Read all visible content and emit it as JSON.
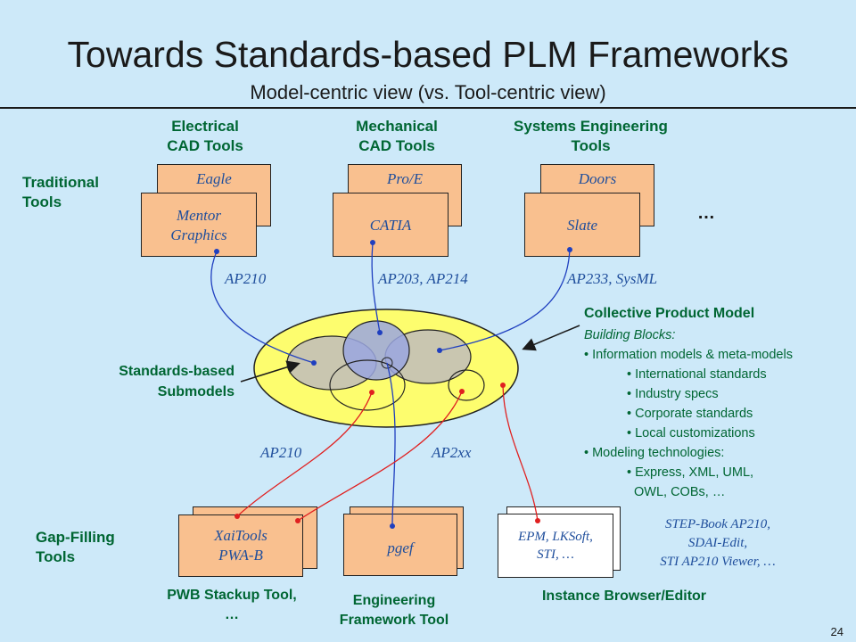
{
  "title": "Towards Standards-based PLM Frameworks",
  "subtitle": "Model-centric view (vs. Tool-centric view)",
  "categories": {
    "electrical": [
      "Electrical",
      "CAD Tools"
    ],
    "mechanical": [
      "Mechanical",
      "CAD Tools"
    ],
    "systems": [
      "Systems Engineering",
      "Tools"
    ]
  },
  "traditional_tools_label": [
    "Traditional",
    "Tools"
  ],
  "gap_filling_label": [
    "Gap-Filling",
    "Tools"
  ],
  "tools": {
    "eagle": "Eagle",
    "mentor": [
      "Mentor",
      "Graphics"
    ],
    "proe": "Pro/E",
    "catia": "CATIA",
    "doors": "Doors",
    "slate": "Slate",
    "more": "…"
  },
  "protocols": {
    "ap210_top": "AP210",
    "ap203": "AP203, AP214",
    "ap233": "AP233, SysML",
    "ap210_bottom": "AP210",
    "ap2xx": "AP2xx"
  },
  "submodels_label": [
    "Standards-based",
    "Submodels"
  ],
  "collective": {
    "title": "Collective Product Model",
    "subtitle": "Building Blocks:",
    "items": [
      "• Information models & meta-models",
      "• International standards",
      "• Industry specs",
      "• Corporate standards",
      "• Local customizations",
      "• Modeling technologies:",
      "• Express, XML, UML,",
      "OWL, COBs, …"
    ]
  },
  "bottom_tools": {
    "xai": [
      "XaiTools",
      "PWA-B"
    ],
    "pgef": "pgef",
    "epm": [
      "EPM, LKSoft,",
      "STI, …"
    ],
    "step_note": [
      "STEP-Book AP210,",
      "SDAI-Edit,",
      "STI AP210 Viewer, …"
    ]
  },
  "bottom_labels": {
    "pwb": [
      "PWB Stackup Tool,",
      "…"
    ],
    "engineering": [
      "Engineering",
      "Framework Tool"
    ],
    "instance": "Instance Browser/Editor"
  },
  "page_number": "24",
  "colors": {
    "background": "#cde9f9",
    "green_text": "#006633",
    "blue_text": "#1f4e9c",
    "tool_box": "#f9c08f",
    "model_ellipse": "#fdfd6e",
    "submodel_gray": "#c9c6b0",
    "submodel_blue": "#9aa6e0",
    "link_blue": "#1f3fbf",
    "link_red": "#e02020"
  }
}
